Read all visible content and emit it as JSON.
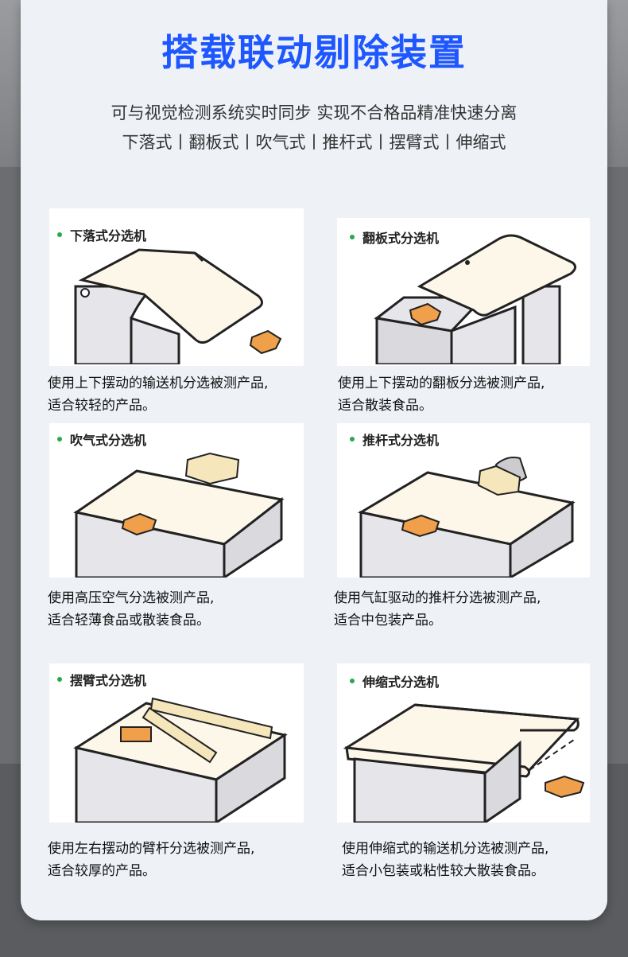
{
  "header": {
    "title": "搭载联动剔除装置",
    "subtitle": "可与视觉检测系统实时同步 实现不合格品精准快速分离",
    "types": "下落式丨翻板式丨吹气式丨推杆式丨摆臂式丨伸缩式"
  },
  "items": [
    {
      "label": "下落式分选机",
      "line1": "使用上下摆动的输送机分选被测产品,",
      "line2": "适合较轻的产品。"
    },
    {
      "label": "翻板式分选机",
      "line1": "使用上下摆动的翻板分选被测产品,",
      "line2": "适合散装食品。"
    },
    {
      "label": "吹气式分选机",
      "line1": "使用高压空气分选被测产品,",
      "line2": "适合轻薄食品或散装食品。"
    },
    {
      "label": "推杆式分选机",
      "line1": "使用气缸驱动的推杆分选被测产品,",
      "line2": "适合中包装产品。"
    },
    {
      "label": "摆臂式分选机",
      "line1": "使用左右摆动的臂杆分选被测产品,",
      "line2": "适合较厚的产品。"
    },
    {
      "label": "伸缩式分选机",
      "line1": "使用伸缩式的输送机分选被测产品,",
      "line2": "适合小包装或粘性较大散装食品。"
    }
  ],
  "colors": {
    "title": "#1e57ff",
    "accent_dot": "#2aa84a",
    "product": "#f0a04a"
  }
}
